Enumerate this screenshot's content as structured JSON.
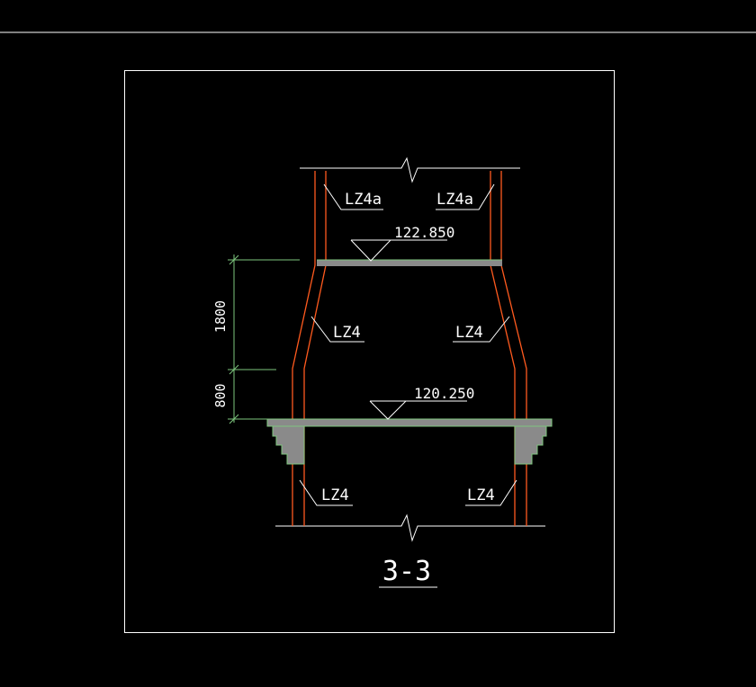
{
  "colors": {
    "background": "#000000",
    "frame": "#ffffff",
    "column_line": "#ff5a1e",
    "column_line_alt": "#ffa030",
    "dimension": "#7ec67e",
    "slab_fill": "#8a8a8a",
    "text": "#ffffff"
  },
  "elevations": {
    "upper": "122.850",
    "lower": "120.250"
  },
  "column_labels": {
    "upper_left": "LZ4a",
    "upper_right": "LZ4a",
    "middle_left": "LZ4",
    "middle_right": "LZ4",
    "lower_left": "LZ4",
    "lower_right": "LZ4"
  },
  "dimensions": {
    "upper": "1800",
    "lower": "800"
  },
  "section_title": "3-3"
}
